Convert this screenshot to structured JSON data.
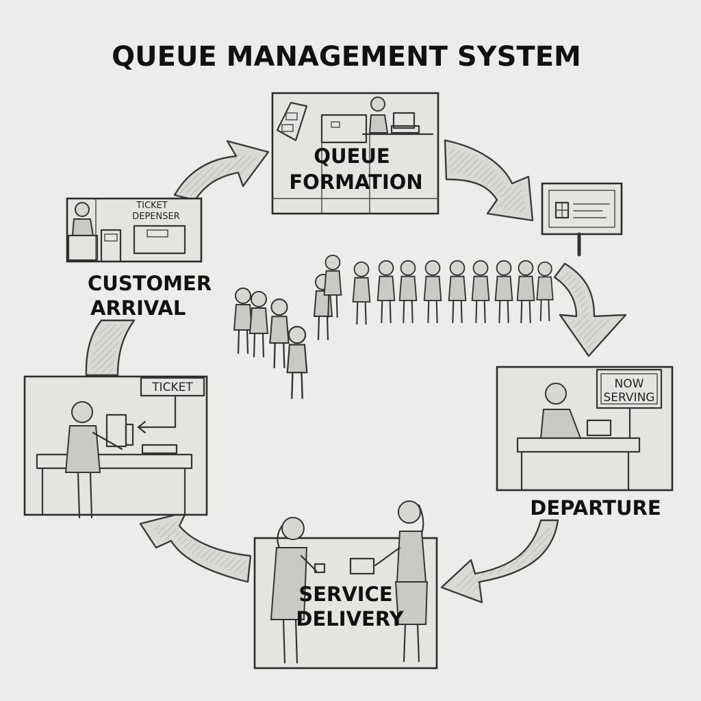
{
  "title": "QUEUE MANAGEMENT SYSTEM",
  "stages": {
    "queue_formation": {
      "line1": "QUEUE",
      "line2": "FORMATION"
    },
    "customer_arrival": {
      "line1": "CUSTOMER",
      "line2": "ARRIVAL"
    },
    "departure": {
      "label": "DEPARTURE"
    },
    "service_delivery": {
      "line1": "SERVICE",
      "line2": "DELIVERY"
    }
  },
  "signs": {
    "ticket_dispenser": {
      "line1": "TICKET",
      "line2": "DEPENSER"
    },
    "ticket": "TICKET",
    "now_serving": {
      "line1": "NOW",
      "line2": "SERVING"
    }
  },
  "colors": {
    "paper": "#ececea",
    "ink": "#111111",
    "shade": "#c9c9c6"
  }
}
